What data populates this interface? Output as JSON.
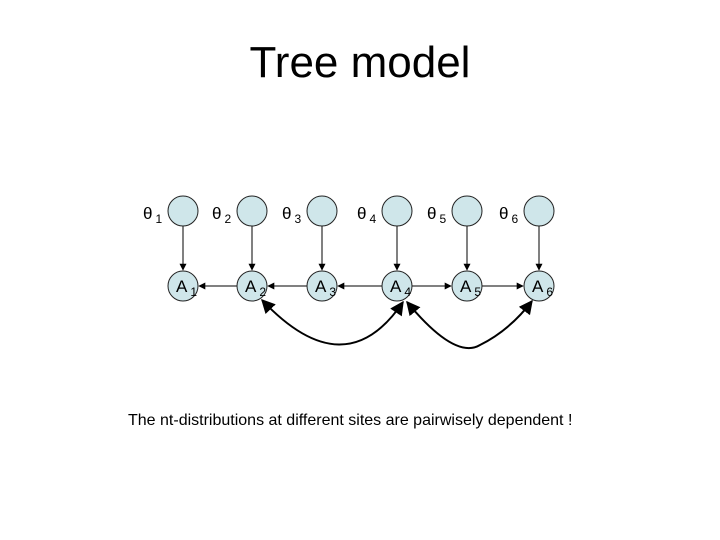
{
  "title": "Tree model",
  "caption": "The nt-distributions at different sites are pairwisely dependent !",
  "theta_nodes": [
    {
      "symbol": "θ",
      "index": "1"
    },
    {
      "symbol": "θ",
      "index": "2"
    },
    {
      "symbol": "θ",
      "index": "3"
    },
    {
      "symbol": "θ",
      "index": "4"
    },
    {
      "symbol": "θ",
      "index": "5"
    },
    {
      "symbol": "θ",
      "index": "6"
    }
  ],
  "a_nodes": [
    {
      "symbol": "A",
      "index": "1"
    },
    {
      "symbol": "A",
      "index": "2"
    },
    {
      "symbol": "A",
      "index": "3"
    },
    {
      "symbol": "A",
      "index": "4"
    },
    {
      "symbol": "A",
      "index": "5"
    },
    {
      "symbol": "A",
      "index": "6"
    }
  ],
  "colors": {
    "node_fill": "#cfe6ea",
    "node_stroke": "#222222"
  }
}
